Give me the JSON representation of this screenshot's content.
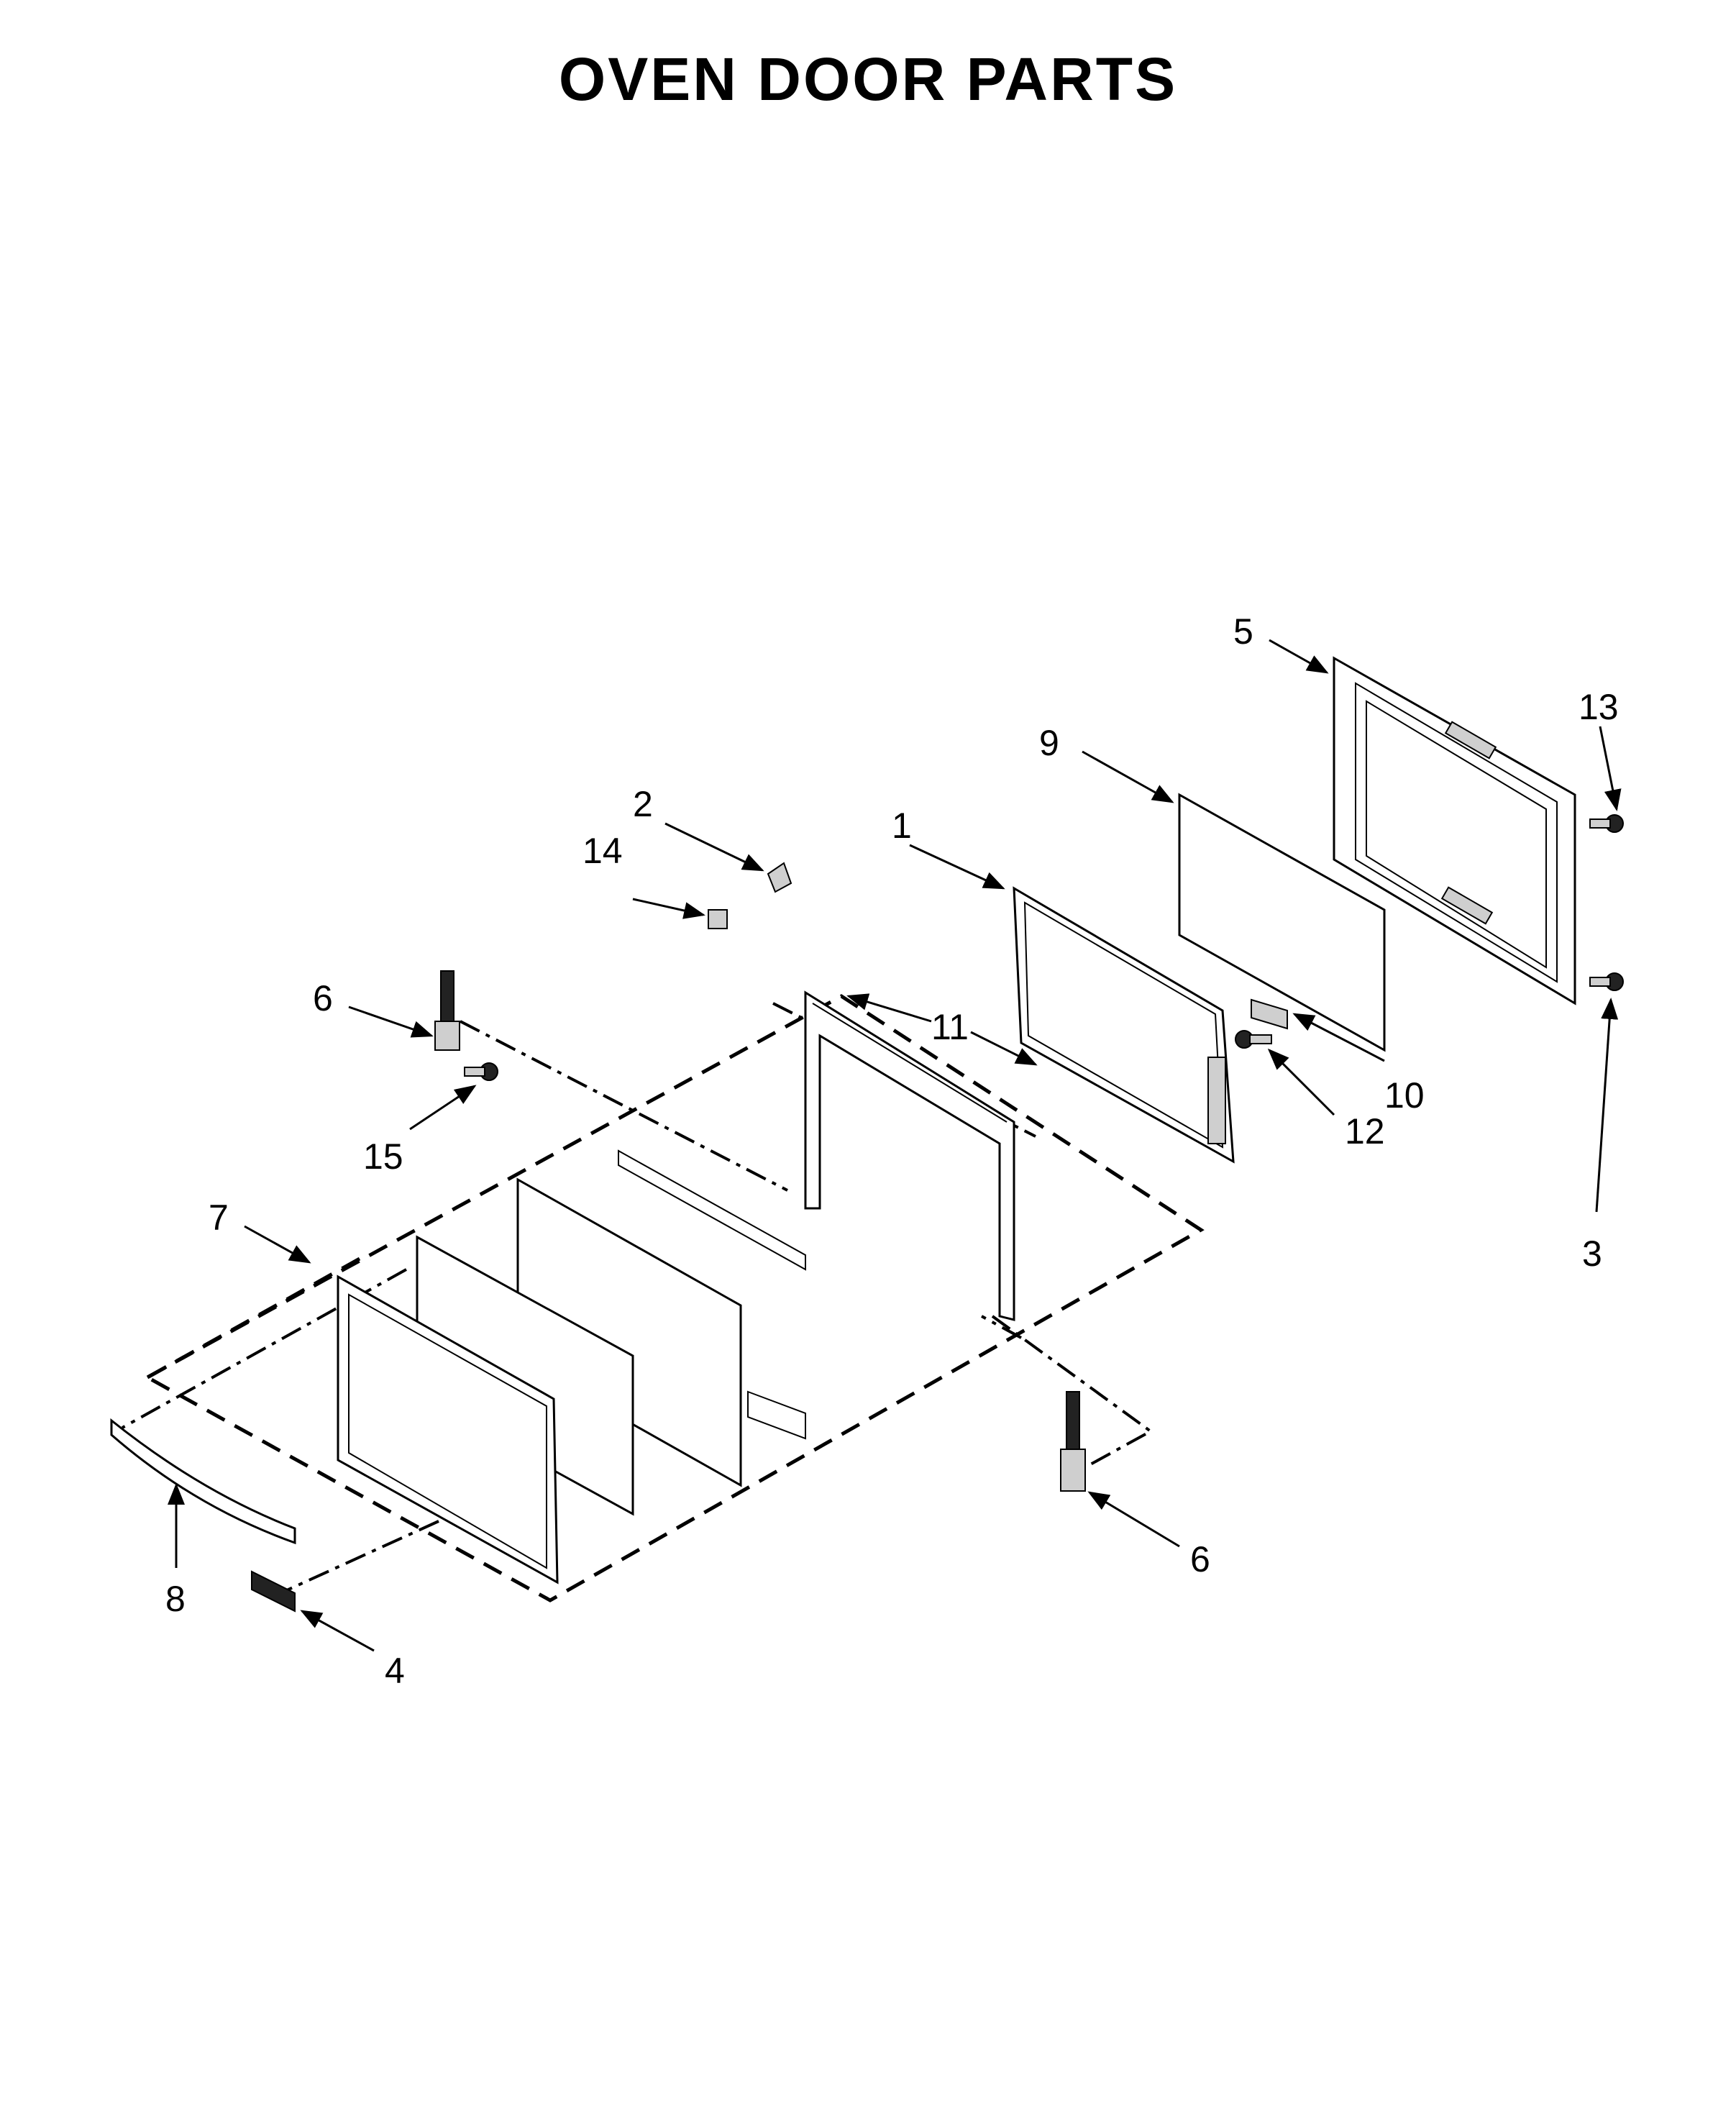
{
  "title": "OVEN DOOR PARTS",
  "callouts": [
    "1",
    "2",
    "3",
    "4",
    "5",
    "6",
    "6",
    "7",
    "8",
    "9",
    "10",
    "11",
    "12",
    "13",
    "14",
    "15"
  ],
  "colors": {
    "ink": "#000000",
    "background": "#ffffff"
  }
}
